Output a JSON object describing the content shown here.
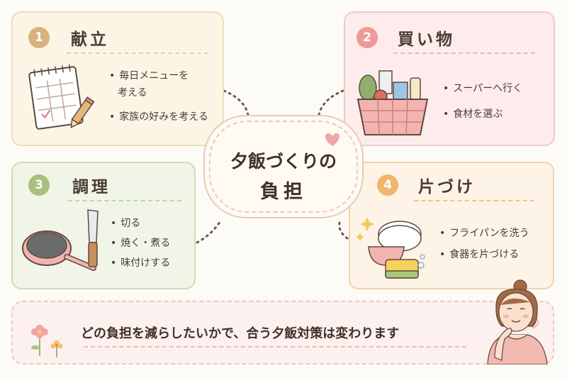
{
  "center": {
    "line1": "夕飯づくりの",
    "line2": "負担"
  },
  "cards": [
    {
      "number": "1",
      "title": "献立",
      "items": [
        "毎日メニューを",
        "考える",
        "家族の好みを考える"
      ],
      "color": "#d8b27e"
    },
    {
      "number": "2",
      "title": "買い物",
      "items": [
        "スーパーへ行く",
        "食材を選ぶ"
      ],
      "color": "#ee9a99"
    },
    {
      "number": "3",
      "title": "調理",
      "items": [
        "切る",
        "焼く・煮る",
        "味付けする"
      ],
      "color": "#a8c07e"
    },
    {
      "number": "4",
      "title": "片づけ",
      "items": [
        "フライパンを洗う",
        "食器を片づける"
      ],
      "color": "#f2b56e"
    }
  ],
  "footer": {
    "text": "どの負担を減らしたいかで、合う夕飯対策は変わります"
  },
  "icons": [
    "calendar-icon",
    "pencil-icon",
    "shopping-basket-icon",
    "frying-pan-icon",
    "knife-icon",
    "plates-icon",
    "sponge-icon",
    "heart-icon",
    "flower-icon",
    "woman-thinking-icon"
  ]
}
